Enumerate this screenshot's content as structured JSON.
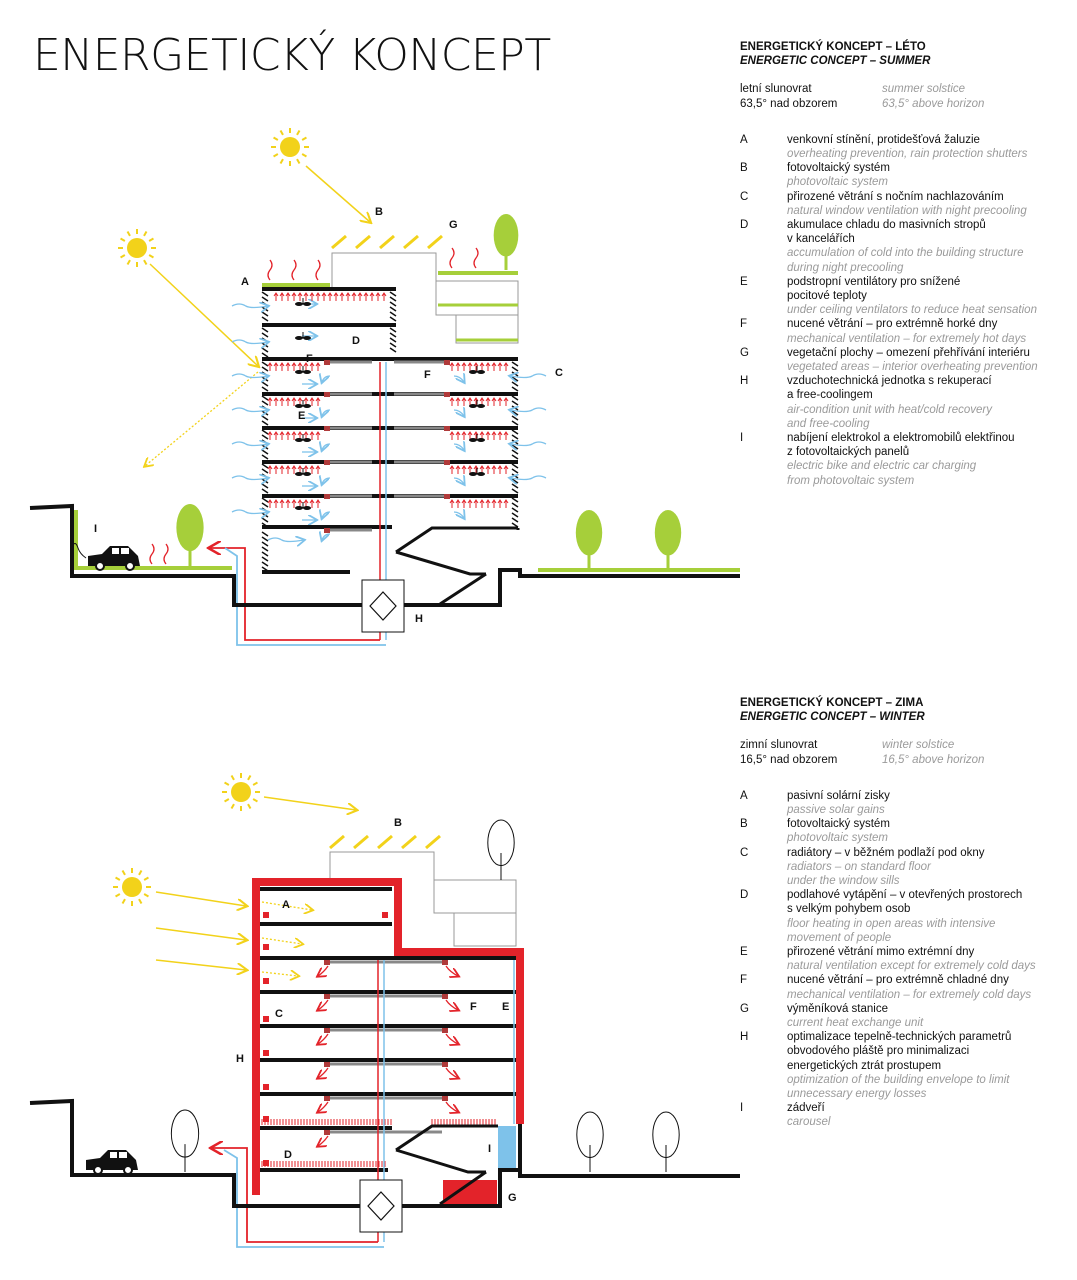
{
  "title": "ENERGETICKÝ KONCEPT",
  "colors": {
    "sun": "#f2d21a",
    "green": "#a6cf3a",
    "red": "#e3232a",
    "blue": "#7ec2ea",
    "black": "#111111",
    "grey": "#999999"
  },
  "summer": {
    "heading_cz": "ENERGETICKÝ KONCEPT – LÉTO",
    "heading_en": "ENERGETIC CONCEPT – SUMMER",
    "solstice_cz_1": "letní slunovrat",
    "solstice_cz_2": "63,5° nad obzorem",
    "solstice_en_1": "summer solstice",
    "solstice_en_2": "63,5° above horizon",
    "items": [
      {
        "letter": "A",
        "cz": [
          "venkovní stínění, protidešťová žaluzie"
        ],
        "en": [
          "overheating prevention, rain protection shutters"
        ]
      },
      {
        "letter": "B",
        "cz": [
          "fotovoltaický systém"
        ],
        "en": [
          "photovoltaic system"
        ]
      },
      {
        "letter": "C",
        "cz": [
          "přirozené větrání s nočním nachlazováním"
        ],
        "en": [
          "natural window ventilation with night precooling"
        ]
      },
      {
        "letter": "D",
        "cz": [
          "akumulace chladu do masivních stropů",
          "v kancelářích"
        ],
        "en": [
          "accumulation of cold into the building structure",
          "during night precooling"
        ]
      },
      {
        "letter": "E",
        "cz": [
          "podstropní ventilátory pro snížené",
          "pocitové teploty"
        ],
        "en": [
          "under ceiling ventilators to reduce heat sensation"
        ]
      },
      {
        "letter": "F",
        "cz": [
          "nucené větrání – pro extrémně horké dny"
        ],
        "en": [
          "mechanical ventilation – for extremely hot days"
        ]
      },
      {
        "letter": "G",
        "cz": [
          "vegetační plochy – omezení přehřívání interiéru"
        ],
        "en": [
          "vegetated areas – interior overheating prevention"
        ]
      },
      {
        "letter": "H",
        "cz": [
          "vzduchotechnická jednotka s rekuperací",
          "a free-coolingem"
        ],
        "en": [
          "air-condition unit with heat/cold recovery",
          "and free-cooling"
        ]
      },
      {
        "letter": "I",
        "cz": [
          "nabíjení elektrokol a elektromobilů elektřinou",
          "z fotovoltaických panelů"
        ],
        "en": [
          "electric bike and electric car charging",
          "from photovoltaic system"
        ]
      }
    ],
    "labels": {
      "A": "A",
      "B": "B",
      "C": "C",
      "D": "D",
      "E": "E",
      "F": "F",
      "G": "G",
      "H": "H",
      "I": "I",
      "F2": "F"
    }
  },
  "winter": {
    "heading_cz": "ENERGETICKÝ KONCEPT – ZIMA",
    "heading_en": "ENERGETIC CONCEPT – WINTER",
    "solstice_cz_1": "zimní slunovrat",
    "solstice_cz_2": "16,5° nad obzorem",
    "solstice_en_1": "winter solstice",
    "solstice_en_2": "16,5° above horizon",
    "items": [
      {
        "letter": "A",
        "cz": [
          "pasivní solární zisky"
        ],
        "en": [
          "passive solar gains"
        ]
      },
      {
        "letter": "B",
        "cz": [
          "fotovoltaický systém"
        ],
        "en": [
          "photovoltaic system"
        ]
      },
      {
        "letter": "C",
        "cz": [
          "radiátory – v běžném podlaží pod okny"
        ],
        "en": [
          "radiators – on standard floor",
          "under the window sills"
        ]
      },
      {
        "letter": "D",
        "cz": [
          "podlahové vytápění – v otevřených prostorech",
          "s velkým pohybem osob"
        ],
        "en": [
          "floor heating    in open areas with intensive",
          "movement of people"
        ]
      },
      {
        "letter": "E",
        "cz": [
          "přirozené větrání mimo extrémní dny"
        ],
        "en": [
          "natural ventilation except for extremely cold days"
        ]
      },
      {
        "letter": "F",
        "cz": [
          "nucené větrání – pro extrémně chladné dny"
        ],
        "en": [
          "mechanical ventilation – for extremely cold days"
        ]
      },
      {
        "letter": "G",
        "cz": [
          "výměníková stanice"
        ],
        "en": [
          "current heat exchange unit"
        ]
      },
      {
        "letter": "H",
        "cz": [
          "optimalizace tepelně-technických parametrů",
          "obvodového pláště pro minimalizaci",
          "energetických ztrát prostupem"
        ],
        "en": [
          "optimization of the building envelope to limit",
          "unnecessary energy losses"
        ]
      },
      {
        "letter": "I",
        "cz": [
          "zádveří"
        ],
        "en": [
          "carousel"
        ]
      }
    ],
    "labels": {
      "A": "A",
      "B": "B",
      "C": "C",
      "D": "D",
      "E": "E",
      "F": "F",
      "G": "G",
      "H": "H",
      "I": "I"
    }
  }
}
